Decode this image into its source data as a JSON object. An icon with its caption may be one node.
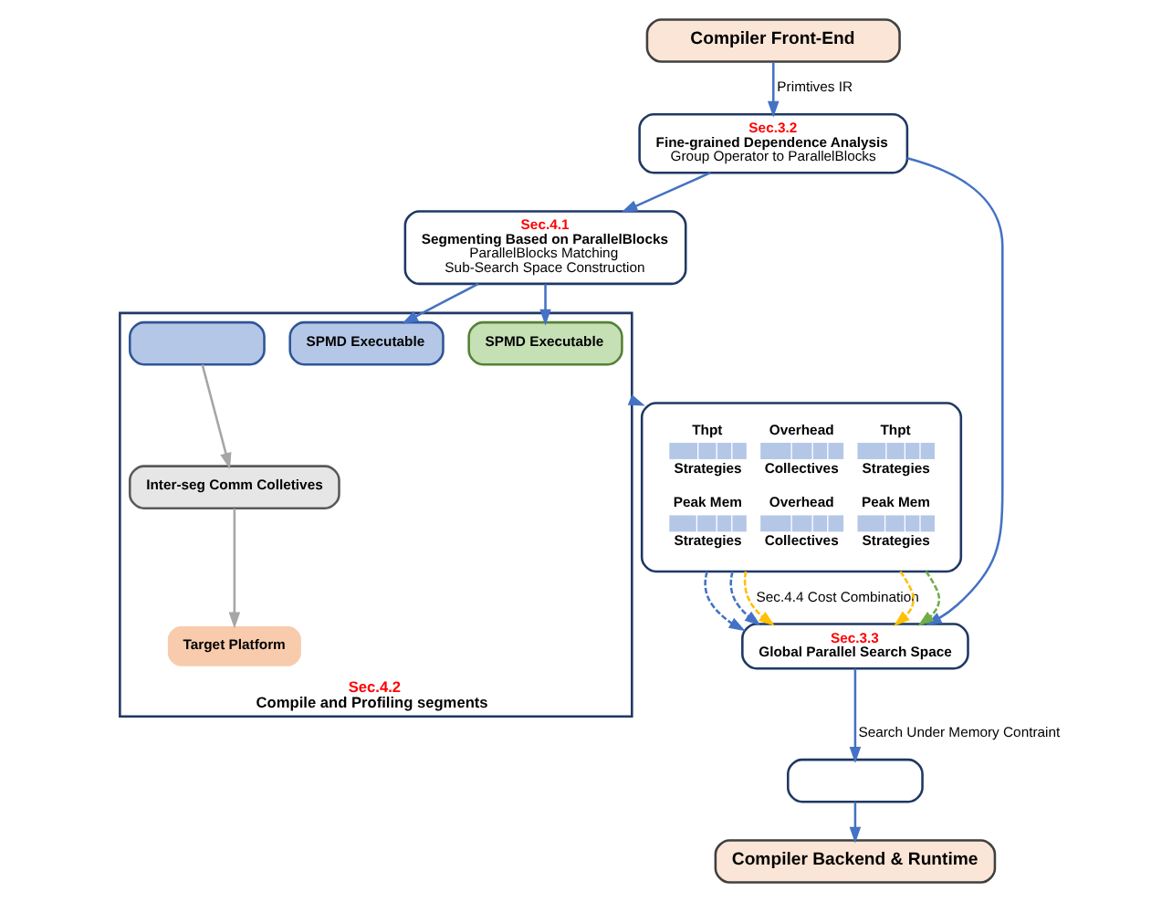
{
  "diagram": {
    "nodes": [
      {
        "text": [
          "Compiler Front-End"
        ]
      },
      {
        "text": [
          "Sec.3.2",
          "Fine-grained Dependence Analysis",
          "Group Operator to ParallelBlocks"
        ]
      },
      {
        "text": [
          "Sec.4.1",
          "Segmenting Based on ParallelBlocks",
          "ParallelBlocks Matching",
          "Sub-Search Space Construction"
        ]
      },
      {
        "text": [
          "Thpt",
          "Strategies",
          "Overhead",
          "Collectives",
          "Thpt",
          "Strategies",
          "Peak Mem",
          "Strategies",
          "Overhead",
          "Collectives",
          "Peak Mem",
          "Strategies"
        ]
      },
      {
        "text": [
          "Sec.4.2",
          "Compile and Profiling segments"
        ]
      },
      {
        "text": [
          "SPMD Executable"
        ],
        "in": 4
      },
      {
        "text": [
          "SPMD Executable"
        ],
        "in": 4
      },
      {
        "text": [
          "Inter-seg Comm Colletives"
        ],
        "in": 4
      },
      {
        "text": [
          "Target Platform"
        ],
        "in": 4
      },
      {
        "text": [],
        "shape": "box",
        "in": 4
      },
      {
        "text": [
          "Sec.3.3",
          "Global Parallel Search Space"
        ]
      },
      {
        "text": [],
        "shape": "box"
      },
      {
        "text": [
          "Compiler Backend & Runtime"
        ]
      }
    ],
    "edges": [
      {
        "from": 0,
        "to": 1,
        "arrow": "to",
        "label": "Primtives IR"
      },
      {
        "from": 1,
        "to": 2,
        "arrow": "to"
      },
      {
        "from": 2,
        "to": 5,
        "arrow": "to"
      },
      {
        "from": 2,
        "to": 6,
        "arrow": "to"
      },
      {
        "from": 4,
        "to": 3,
        "arrow": "to"
      },
      {
        "from": 9,
        "to": 7,
        "arrow": "to",
        "color": "#a6a6a6"
      },
      {
        "from": 7,
        "to": 8,
        "arrow": "to",
        "color": "#a6a6a6"
      },
      {
        "from": 3,
        "to": 10,
        "arrow": "to",
        "style": "dashed"
      },
      {
        "from": 3,
        "to": 10,
        "arrow": "to",
        "style": "dashed"
      },
      {
        "from": 3,
        "to": 10,
        "arrow": "to",
        "style": "dashed",
        "color": "#ffc000",
        "label": "Sec.4.4 Cost Combination"
      },
      {
        "from": 3,
        "to": 10,
        "arrow": "to",
        "style": "dashed",
        "color": "#ffc000"
      },
      {
        "from": 3,
        "to": 10,
        "arrow": "to",
        "style": "dashed",
        "color": "#70ad47"
      },
      {
        "from": 1,
        "to": 10,
        "arrow": "to"
      },
      {
        "from": 10,
        "to": 11,
        "arrow": "to",
        "label": "Search Under Memory Contraint"
      },
      {
        "from": 11,
        "to": 12,
        "arrow": "to"
      }
    ]
  }
}
